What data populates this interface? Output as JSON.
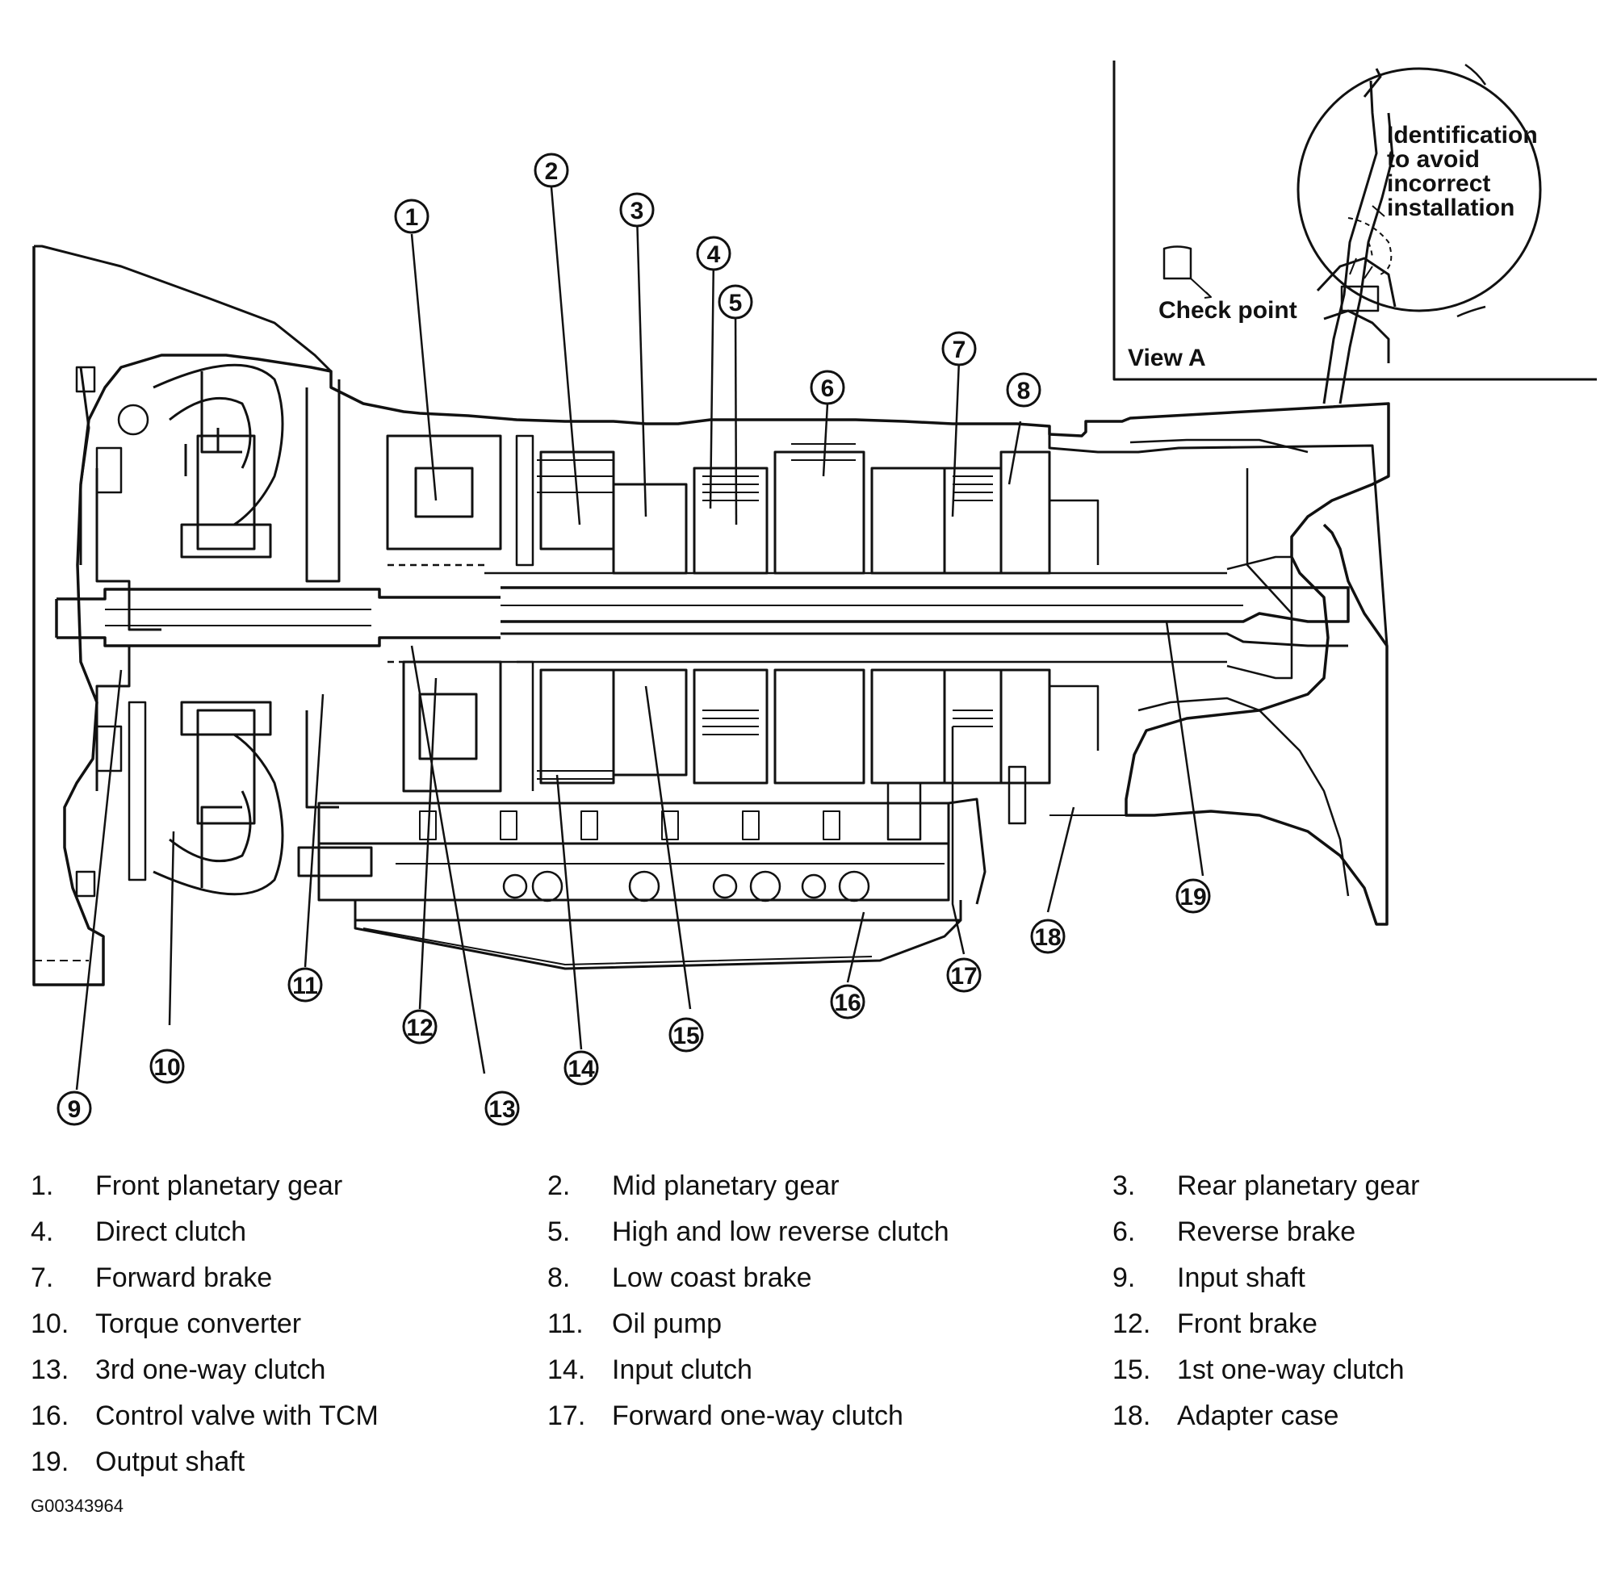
{
  "inset": {
    "title": "View A",
    "check_point_label": "Check point",
    "identification_note": [
      "Identification",
      "to avoid",
      "incorrect",
      "installation"
    ]
  },
  "callouts": [
    "1",
    "2",
    "3",
    "4",
    "5",
    "6",
    "7",
    "8",
    "9",
    "10",
    "11",
    "12",
    "13",
    "14",
    "15",
    "16",
    "17",
    "18",
    "19"
  ],
  "legend": [
    {
      "num": "1.",
      "label": "Front planetary gear"
    },
    {
      "num": "2.",
      "label": "Mid planetary gear"
    },
    {
      "num": "3.",
      "label": "Rear planetary gear"
    },
    {
      "num": "4.",
      "label": "Direct clutch"
    },
    {
      "num": "5.",
      "label": "High and low reverse clutch"
    },
    {
      "num": "6.",
      "label": "Reverse brake"
    },
    {
      "num": "7.",
      "label": "Forward brake"
    },
    {
      "num": "8.",
      "label": "Low coast brake"
    },
    {
      "num": "9.",
      "label": "Input shaft"
    },
    {
      "num": "10.",
      "label": "Torque converter"
    },
    {
      "num": "11.",
      "label": "Oil pump"
    },
    {
      "num": "12.",
      "label": "Front brake"
    },
    {
      "num": "13.",
      "label": "3rd one-way clutch"
    },
    {
      "num": "14.",
      "label": "Input clutch"
    },
    {
      "num": "15.",
      "label": "1st one-way clutch"
    },
    {
      "num": "16.",
      "label": "Control valve with TCM"
    },
    {
      "num": "17.",
      "label": "Forward one-way clutch"
    },
    {
      "num": "18.",
      "label": "Adapter case"
    },
    {
      "num": "19.",
      "label": "Output shaft"
    }
  ],
  "figure_id": "G00343964"
}
